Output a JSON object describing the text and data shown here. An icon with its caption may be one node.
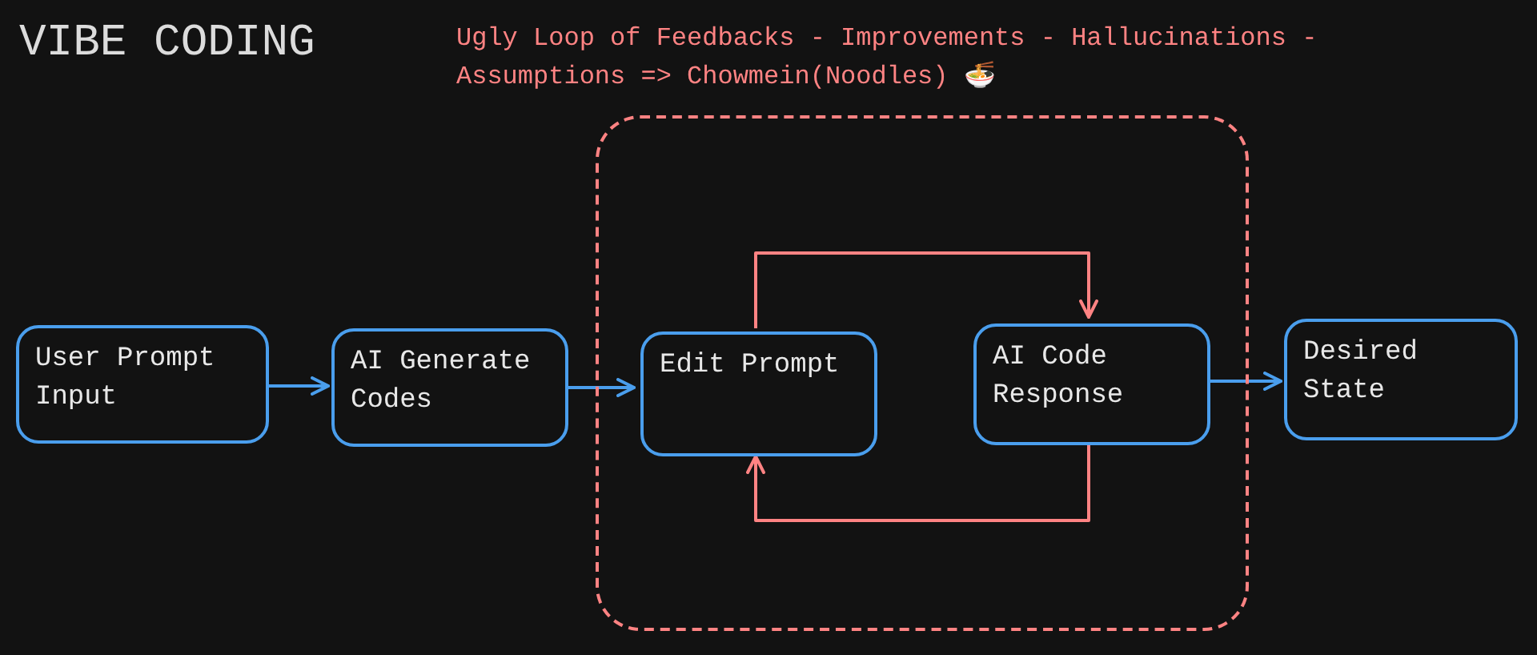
{
  "diagram": {
    "title": "VIBE CODING",
    "nodes": [
      {
        "text": [
          "User Prompt Input"
        ]
      },
      {
        "text": [
          "AI Generate Codes"
        ]
      },
      {
        "text": [],
        "shape": "box"
      },
      {
        "text": [
          "Edit Prompt"
        ],
        "in": 2
      },
      {
        "text": [
          "AI Code Response"
        ],
        "in": 2
      },
      {
        "text": [
          "Desired State"
        ]
      }
    ],
    "edges": [
      {
        "from": 0,
        "to": 1,
        "arrow": "to"
      },
      {
        "from": 1,
        "to": 3,
        "arrow": "to"
      },
      {
        "from": 3,
        "to": 4,
        "arrow": "to",
        "color": "#ff8383"
      },
      {
        "from": 4,
        "to": 3,
        "arrow": "to",
        "color": "#ff8383"
      },
      {
        "from": 4,
        "to": 5,
        "arrow": "to"
      }
    ],
    "labels": [
      "Ugly Loop of Feedbacks - Improvements - Hallucinations - Assumptions => Chowmein(Noodles) 🍜"
    ]
  }
}
